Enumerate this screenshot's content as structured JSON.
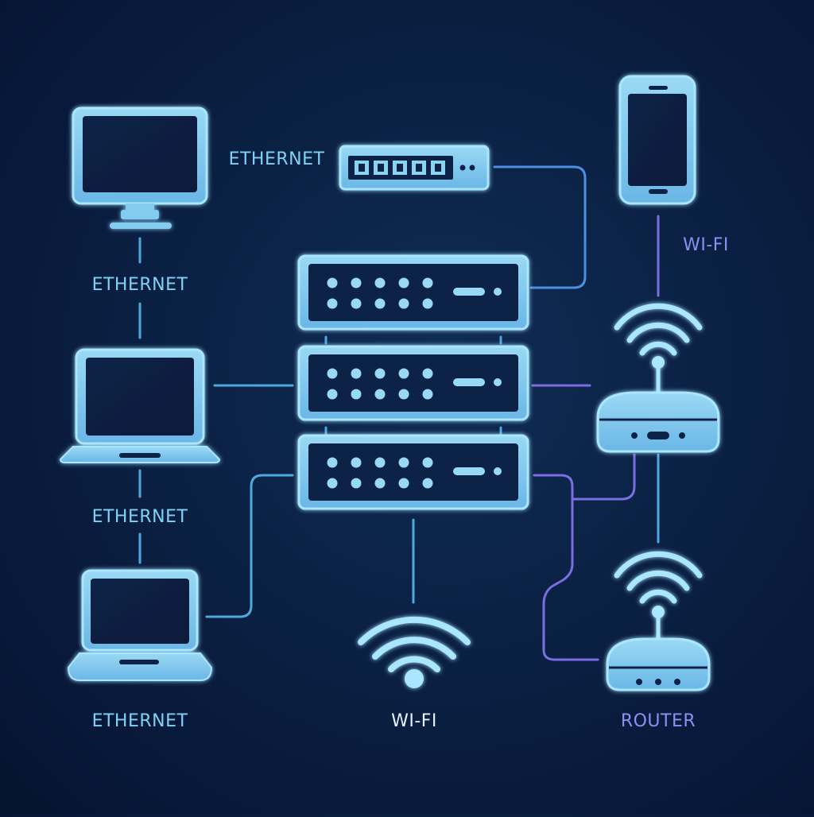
{
  "diagram": {
    "title": "Network topology",
    "labels": {
      "ethernet_top": "ETHERNET",
      "ethernet_switch": "ETHERNET",
      "ethernet_mid": "ETHERNET",
      "ethernet_bottom": "ETHERNET",
      "wifi_phone": "WI-FI",
      "wifi_center": "WI-FI",
      "router": "ROUTER"
    },
    "colors": {
      "device_fill": "#83ccef",
      "device_stroke": "#a9e6ff",
      "link_cyan": "#4fa8de",
      "link_violet": "#7b6ee3",
      "text_cyan": "#7fd2f5",
      "text_violet": "#8d8ff2"
    },
    "nodes": [
      {
        "id": "desktop",
        "icon": "desktop-monitor-icon"
      },
      {
        "id": "laptop-1",
        "icon": "laptop-icon"
      },
      {
        "id": "laptop-2",
        "icon": "laptop-icon"
      },
      {
        "id": "switch",
        "icon": "network-switch-icon"
      },
      {
        "id": "server-rack",
        "icon": "server-rack-icon",
        "units": 3
      },
      {
        "id": "phone",
        "icon": "smartphone-icon"
      },
      {
        "id": "access-point",
        "icon": "wireless-access-point-icon"
      },
      {
        "id": "wifi",
        "icon": "wifi-icon"
      },
      {
        "id": "router",
        "icon": "wireless-router-icon"
      }
    ]
  }
}
